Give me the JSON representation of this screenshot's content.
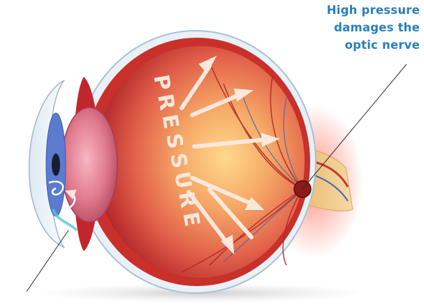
{
  "callout": {
    "lines": [
      "High pressure",
      "damages the",
      "optic nerve"
    ]
  },
  "pressure_word": [
    "P",
    "R",
    "E",
    "S",
    "S",
    "U",
    "R",
    "E"
  ],
  "colors": {
    "callout_text": "#2a7fbf",
    "sclera": "#eef4f8",
    "choroid": "#d93a2c",
    "retina_glow": "#f5b070",
    "lens": "#e87a8c",
    "iris": "#5a7bd0",
    "optic_nerve": "#f0c27a",
    "arrows": "#ffffff"
  }
}
